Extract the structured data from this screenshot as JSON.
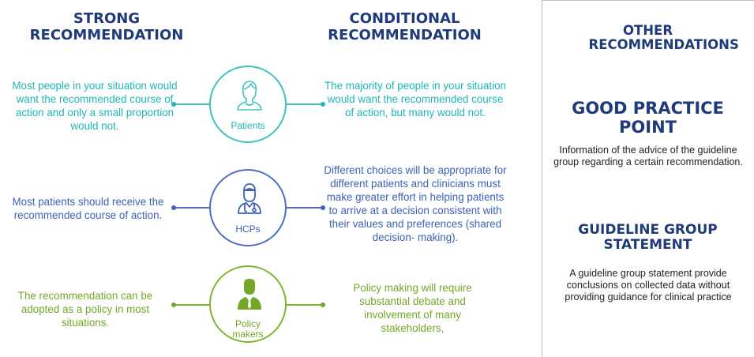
{
  "headings": {
    "strong": "STRONG\nRECOMMENDATION",
    "conditional": "CONDITIONAL\nRECOMMENDATION"
  },
  "rows": {
    "patients": {
      "label": "Patients",
      "strong": "Most people in your situation would want the recommended course of action and only a small proportion would not.",
      "conditional": "The majority of people in your situation would want the recommended course of action, but many would not.",
      "color": "#1fb6b6"
    },
    "hcps": {
      "label": "HCPs",
      "strong": "Most patients should receive the recommended course of action.",
      "conditional": "Different choices will be appropriate for different patients and clinicians must make greater effort in helping patients to arrive at a decision consistent with their values and preferences (shared decision- making).",
      "color": "#3d62b6"
    },
    "policy": {
      "label": "Policy makers",
      "strong": "The recommendation can be adopted as a policy in most situations.",
      "conditional": "Policy making will require substantial debate and involvement of many stakeholders,",
      "color": "#72a826"
    }
  },
  "other": {
    "title": "OTHER RECOMMENDATIONS",
    "good_practice": {
      "title": "GOOD PRACTICE POINT",
      "text": "Information of the advice of the guideline group regarding a certain recommendation."
    },
    "guideline_statement": {
      "title": "GUIDELINE GROUP STATEMENT",
      "text": "A guideline group statement provide conclusions on collected data without providing guidance for clinical practice"
    }
  }
}
